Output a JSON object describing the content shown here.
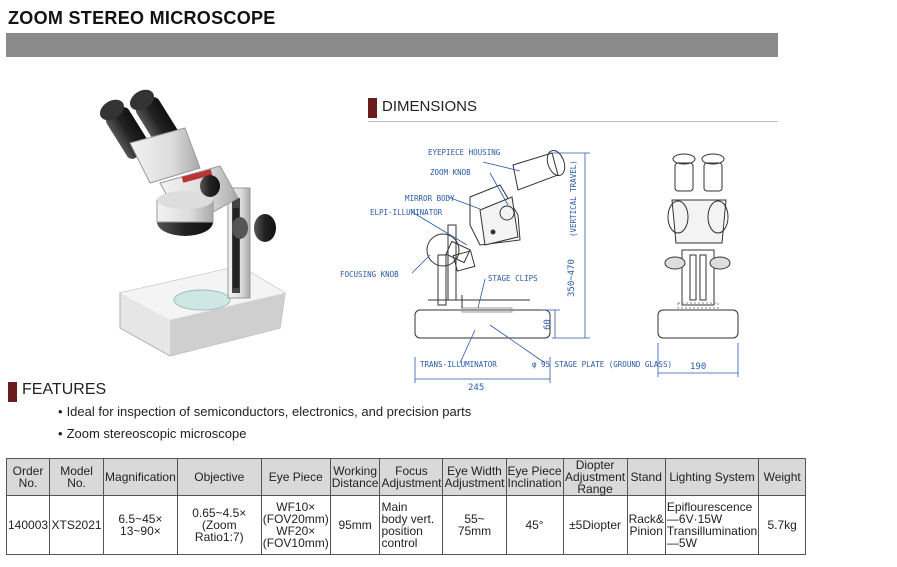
{
  "page_title": "ZOOM STEREO MICROSCOPE",
  "dimensions": {
    "heading": "DIMENSIONS",
    "labels": {
      "eyepiece_housing": "EYEPIECE HOUSING",
      "zoom_knob": "ZOOM KNOB",
      "mirror_body": "MIRROR BODY",
      "epi_illuminator": "ELPI-ILLUMINATOR",
      "focusing_knob": "FOCUSING KNOB",
      "stage_clips": "STAGE CLIPS",
      "trans_illuminator": "TRANS-ILLUMINATOR",
      "stage_plate": "φ 95 STAGE PLATE (GROUND GLASS)",
      "vertical_travel": "(VERTICAL TRAVEL)",
      "height_range": "350~470",
      "base_height": "60",
      "base_depth": "245",
      "base_width": "190"
    }
  },
  "features": {
    "heading": "FEATURES",
    "items": [
      "Ideal for inspection of semiconductors, electronics, and precision parts",
      "Zoom stereoscopic microscope"
    ]
  },
  "spec_table": {
    "headers": [
      [
        "Order",
        "No."
      ],
      [
        "Model",
        "No."
      ],
      [
        "Magnification"
      ],
      [
        "Objective"
      ],
      [
        "Eye Piece"
      ],
      [
        "Working",
        "Distance"
      ],
      [
        "Focus",
        "Adjustment"
      ],
      [
        "Eye Width",
        "Adjustment"
      ],
      [
        "Eye Piece",
        "Inclination"
      ],
      [
        "Diopter",
        "Adjustment",
        "Range"
      ],
      [
        "Stand"
      ],
      [
        "Lighting System"
      ],
      [
        "Weight"
      ]
    ],
    "row": [
      [
        "140003"
      ],
      [
        "XTS2021"
      ],
      [
        "6.5~45×",
        "13~90×"
      ],
      [
        "0.65~4.5×",
        "(Zoom Ratio1:7)"
      ],
      [
        "WF10×",
        "(FOV20mm)",
        "WF20×",
        "(FOV10mm)"
      ],
      [
        "95mm"
      ],
      [
        "Main",
        "body vert.",
        "position",
        "control"
      ],
      [
        "55~",
        "75mm"
      ],
      [
        "45°"
      ],
      [
        "±5Diopter"
      ],
      [
        "Rack&",
        "Pinion"
      ],
      [
        "Epiflourescence",
        "—6V·15W",
        "Transillumination",
        "—5W"
      ],
      [
        "5.7kg"
      ]
    ]
  },
  "colors": {
    "accent": "#6b1c1c",
    "title_bar": "#8a8a8a",
    "header_bg": "#d9d9d9",
    "dimension_blue": "#2a5aa8"
  }
}
